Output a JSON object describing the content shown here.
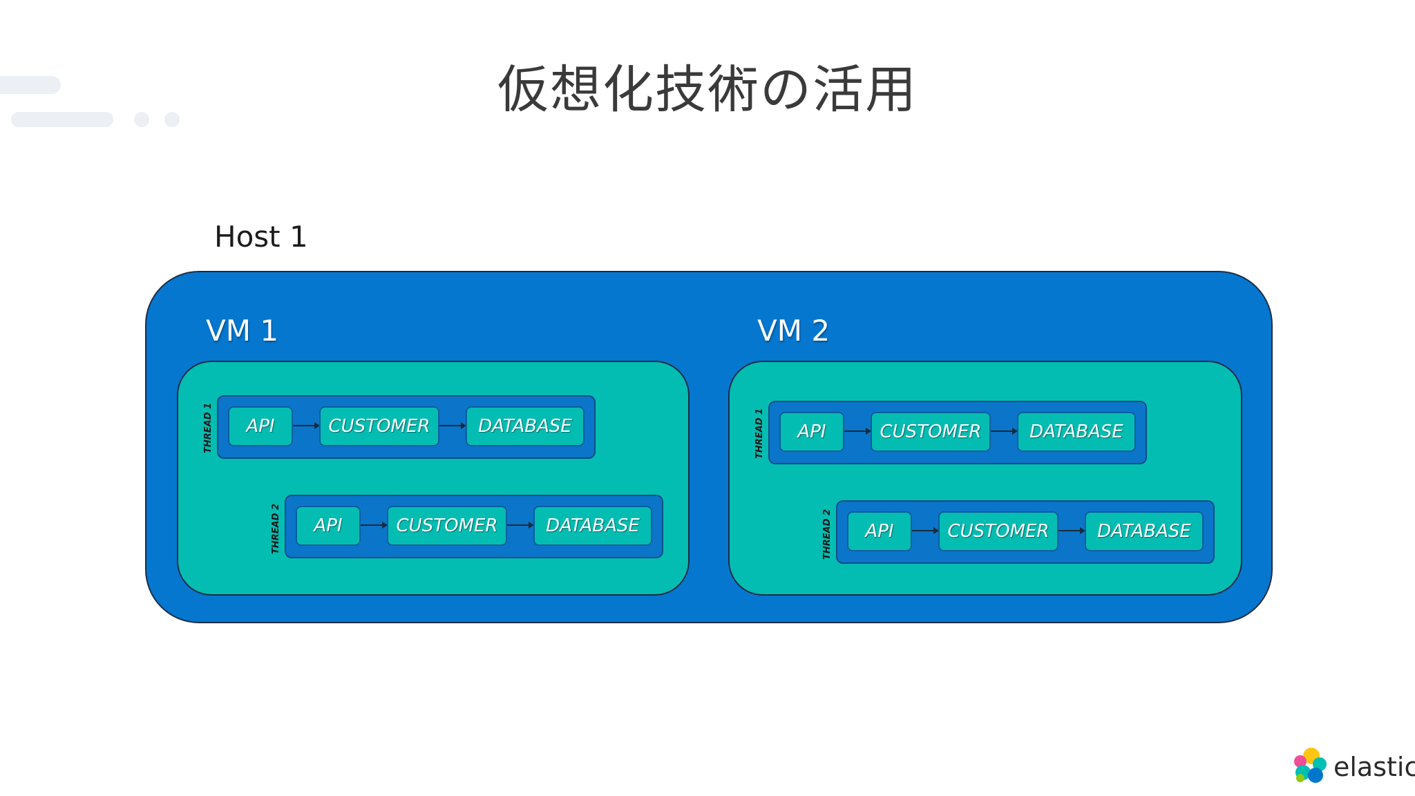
{
  "slide": {
    "title": "仮想化技術の活用"
  },
  "host": {
    "label": "Host 1",
    "color": "#0577cf"
  },
  "vms": [
    {
      "label": "VM 1",
      "threads": [
        {
          "label": "THREAD 1",
          "services": [
            "API",
            "CUSTOMER",
            "DATABASE"
          ]
        },
        {
          "label": "THREAD 2",
          "services": [
            "API",
            "CUSTOMER",
            "DATABASE"
          ]
        }
      ]
    },
    {
      "label": "VM 2",
      "threads": [
        {
          "label": "THREAD 1",
          "services": [
            "API",
            "CUSTOMER",
            "DATABASE"
          ]
        },
        {
          "label": "THREAD 2",
          "services": [
            "API",
            "CUSTOMER",
            "DATABASE"
          ]
        }
      ]
    }
  ],
  "colors": {
    "vm": "#03bdb2",
    "thread": "#0a75c9",
    "service": "#04bdb2"
  },
  "brand": {
    "logo_text": "elastic",
    "logo_icon": "elastic-logo-icon"
  }
}
